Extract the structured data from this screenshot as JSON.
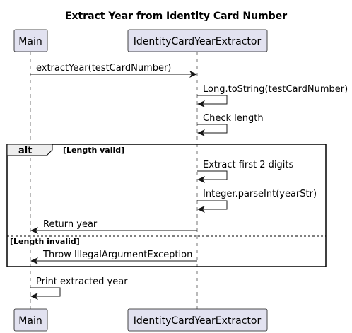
{
  "title": "Extract Year from Identity Card Number",
  "participants": {
    "main": "Main",
    "extractor": "IdentityCardYearExtractor"
  },
  "messages": {
    "m1": "extractYear(testCardNumber)",
    "m2": "Long.toString(testCardNumber)",
    "m3": "Check length",
    "m4": "Extract first 2 digits",
    "m5": "Integer.parseInt(yearStr)",
    "m6": "Return year",
    "m7": "Throw IllegalArgumentException",
    "m8": "Print extracted year"
  },
  "fragment": {
    "keyword": "alt",
    "guard_valid": "[Length valid]",
    "guard_invalid": "[Length invalid]"
  }
}
